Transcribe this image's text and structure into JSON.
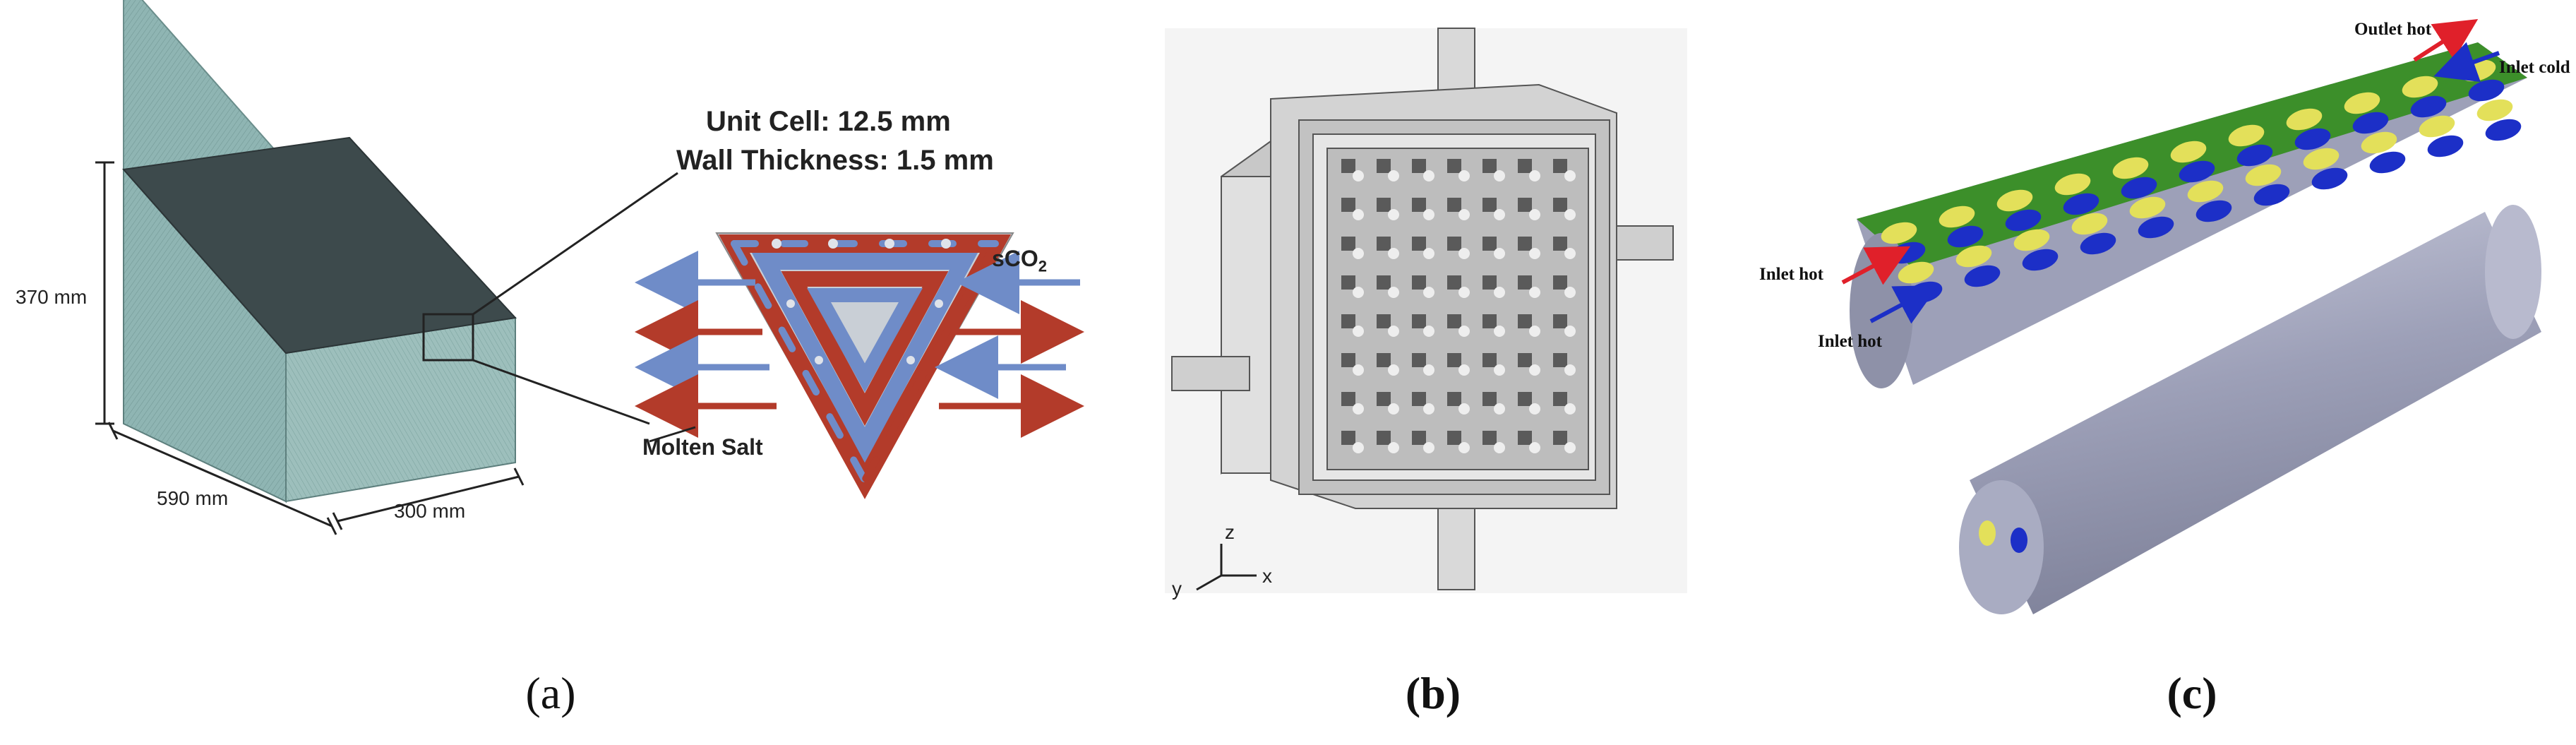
{
  "panel_a": {
    "dim_height": "370 mm",
    "dim_length": "590 mm",
    "dim_width": "300 mm",
    "unit_cell": "Unit Cell: 12.5 mm",
    "wall_thickness": "Wall Thickness: 1.5 mm",
    "fluid_top": "sCO",
    "fluid_top_sub": "2",
    "fluid_bottom": "Molten Salt",
    "caption_open": "(",
    "caption_letter": "a",
    "caption_close": ")"
  },
  "panel_b": {
    "axis_z": "z",
    "axis_y": "y",
    "axis_x": "x",
    "caption_open": "(",
    "caption_letter": "b",
    "caption_close": ")"
  },
  "panel_c": {
    "outlet_hot": "Outlet hot",
    "inlet_cold": "Inlet cold",
    "inlet_hot_1": "Inlet hot",
    "inlet_hot_2": "Inlet hot",
    "caption_open": "(",
    "caption_letter": "c",
    "caption_close": ")"
  },
  "colors": {
    "block_face": "#8fb5b3",
    "block_top": "#3d4a4c",
    "hot_red": "#b33b2a",
    "cold_blue": "#6f8cc8",
    "steel_grey": "#bdbdbd",
    "tpms_green": "#3c8f2a",
    "tpms_yellow": "#e3e05a",
    "tpms_blue": "#1c2fc7",
    "cylinder_grey": "#9da0b8"
  }
}
